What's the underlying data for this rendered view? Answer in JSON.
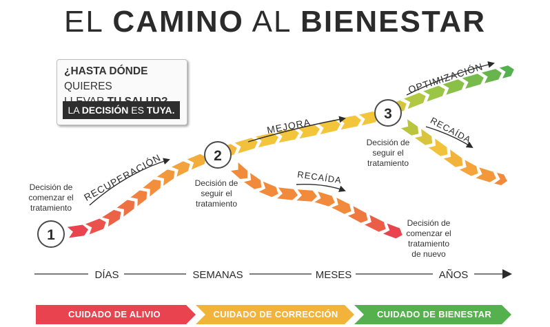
{
  "title": {
    "part1": "EL ",
    "part2": "CAMINO",
    "part3": " AL ",
    "part4": "BIENESTAR"
  },
  "callout": {
    "line1_a": "¿HASTA DÓNDE",
    "line1_b": " QUIERES",
    "line2_a": "LLEVAR ",
    "line2_b": "TU SALUD?",
    "decision_a": "LA ",
    "decision_b": "DECISIÓN",
    "decision_c": " ES ",
    "decision_d": "TUYA."
  },
  "nodes": [
    {
      "number": "1",
      "caption": [
        "Decisión de",
        "comenzar el",
        "tratamiento"
      ]
    },
    {
      "number": "2",
      "caption": [
        "Decisión de",
        "seguir el",
        "tratamiento"
      ]
    },
    {
      "number": "3",
      "caption": [
        "Decisión de",
        "seguir el",
        "tratamiento"
      ]
    }
  ],
  "restart_caption": [
    "Decisión de",
    "comenzar el",
    "tratamiento",
    "de nuevo"
  ],
  "path_labels": {
    "recuperacion": "RECUPERACIÓN",
    "mejora": "MEJORA",
    "optimizacion": "OPTIMIZACIÓN",
    "recaida_1": "RECAÍDA",
    "recaida_2": "RECAÍDA"
  },
  "timeline": [
    "DÍAS",
    "SEMANAS",
    "MESES",
    "AÑOS"
  ],
  "care_bars": [
    {
      "label": "CUIDADO DE ALIVIO",
      "color": "#e8434f"
    },
    {
      "label": "CUIDADO DE CORRECCIÓN",
      "color": "#f2b33b"
    },
    {
      "label": "CUIDADO DE BIENESTAR",
      "color": "#55b04e"
    }
  ],
  "colors": {
    "text": "#2b2b2b",
    "red": "#e8434f",
    "orange": "#f28a3c",
    "yellow": "#f2c53b",
    "green": "#55b04e"
  }
}
